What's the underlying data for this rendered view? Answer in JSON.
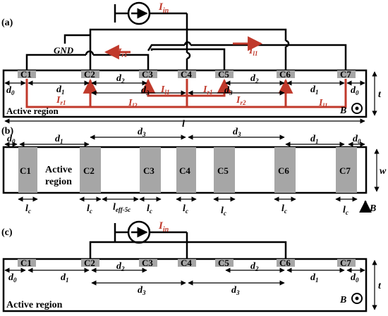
{
  "panels": {
    "a": "(a)",
    "b": "(b)",
    "c": "(c)"
  },
  "contacts": [
    "C1",
    "C2",
    "C3",
    "C4",
    "C5",
    "C6",
    "C7"
  ],
  "labels": {
    "I_in": "I",
    "I_in_sub": "in",
    "gnd": "GND",
    "active_region": "Active region",
    "active_region_b1": "Active",
    "active_region_b2": "region",
    "B": "B",
    "t": "t",
    "w": "w",
    "l": "l",
    "d0": "d",
    "d0_sub": "0",
    "d1": "d",
    "d1_sub": "1",
    "d2": "d",
    "d2_sub": "2",
    "d3": "d",
    "d3_sub": "3",
    "lc": "l",
    "lc_sub": "c",
    "leff": "l",
    "leff_sub": "eff-5c",
    "Ir1": "I",
    "Ir1_sub": "r1",
    "Ir2": "I",
    "Ir2_sub": "r2",
    "Il1": "I",
    "Il1_sub": "l1",
    "Il2": "I",
    "Il2_sub": "l2"
  },
  "colors": {
    "contact": "#a6a6a6",
    "current": "#c0392b",
    "wire": "#000000"
  }
}
